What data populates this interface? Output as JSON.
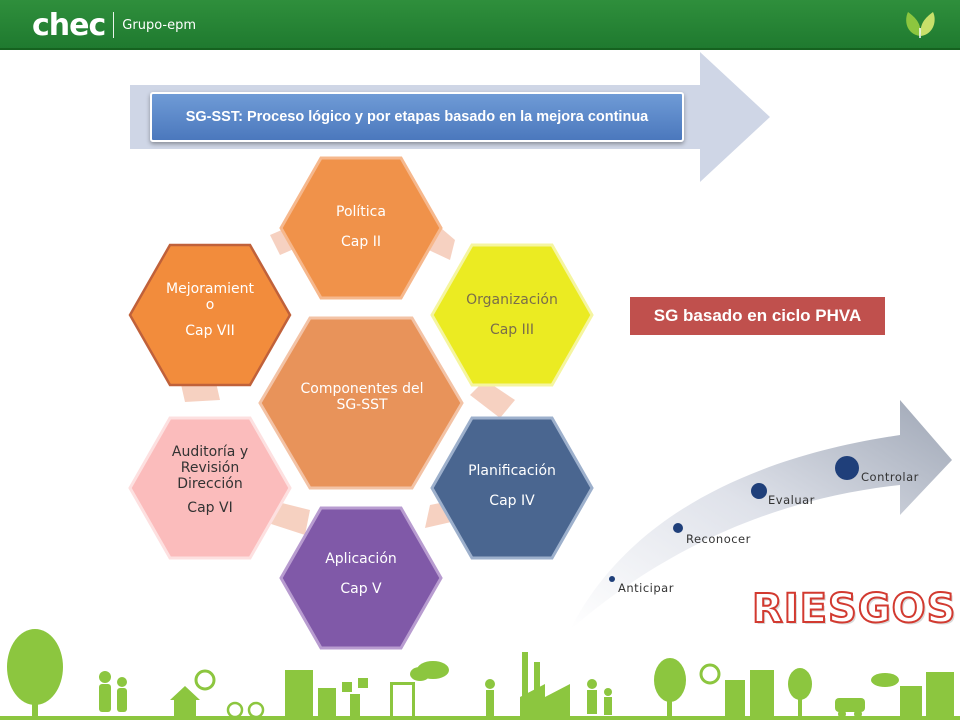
{
  "header": {
    "logo_main": "chec",
    "logo_sub": "Grupo-epm",
    "color": "#238033"
  },
  "banner": {
    "title": "SG-SST: Proceso lógico y por etapas basado en la mejora continua"
  },
  "hexagons": {
    "center": {
      "line1": "Componentes del SG-SST",
      "color": "#e8935a"
    },
    "items": [
      {
        "line1": "Política",
        "line2": "Cap II",
        "color": "#f0924a"
      },
      {
        "line1": "Organización",
        "line2": "Cap III",
        "color": "#ebeb22"
      },
      {
        "line1": "Planificación",
        "line2": "Cap IV",
        "color": "#4a6690"
      },
      {
        "line1": "Aplicación",
        "line2": "Cap V",
        "color": "#8059a8"
      },
      {
        "line1": "Auditoría y Revisión Dirección",
        "line2": "Cap VI",
        "color": "#fbbcbc"
      },
      {
        "line1": "Mejoramient o",
        "line2": "Cap VII",
        "color": "#f28c3c"
      }
    ]
  },
  "phva": {
    "label": "SG basado en ciclo PHVA",
    "color": "#c0504d"
  },
  "process": {
    "steps": [
      "Anticipar",
      "Reconocer",
      "Evaluar",
      "Controlar"
    ],
    "dot_color": "#1f3f7a"
  },
  "riesgos": {
    "label": "RIESGOS",
    "color": "#d23a30"
  }
}
